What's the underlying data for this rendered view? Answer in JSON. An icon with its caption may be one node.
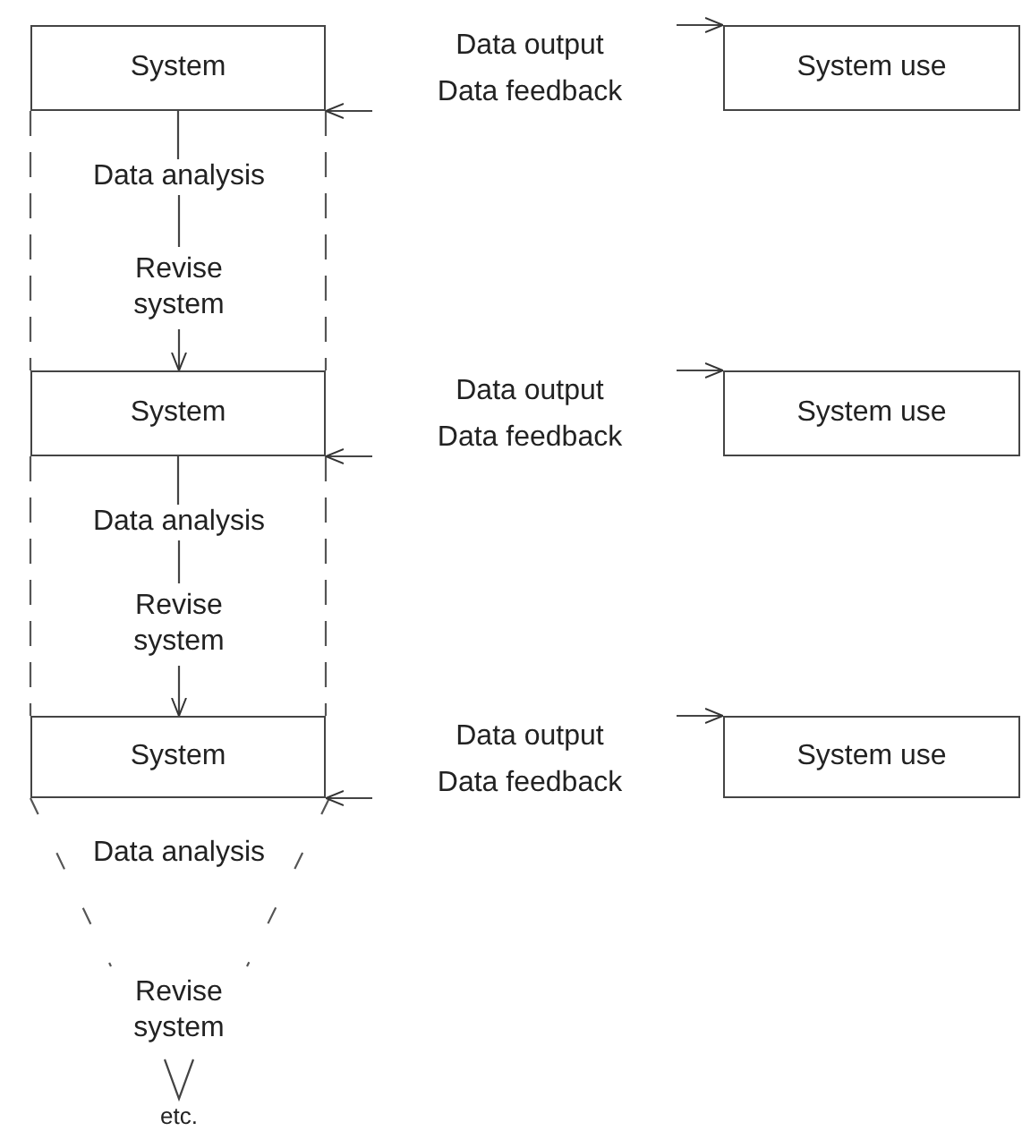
{
  "diagram": {
    "nodes": [
      {
        "text": [
          "System"
        ]
      },
      {
        "text": [
          "System use"
        ]
      },
      {
        "text": [
          "Data analysis"
        ]
      },
      {
        "text": [
          "Revise system"
        ]
      },
      {
        "text": [
          "System"
        ]
      },
      {
        "text": [
          "System use"
        ]
      },
      {
        "text": [
          "Data analysis"
        ]
      },
      {
        "text": [
          "Revise system"
        ]
      },
      {
        "text": [
          "System"
        ]
      },
      {
        "text": [
          "System use"
        ]
      },
      {
        "text": [
          "Data analysis"
        ]
      },
      {
        "text": [
          "Revise system"
        ]
      },
      {
        "text": [
          "etc."
        ]
      }
    ],
    "edges": [
      {
        "from": null,
        "to": 1,
        "arrow": "to"
      },
      {
        "from": null,
        "to": 0,
        "arrow": "to"
      },
      {
        "from": 0,
        "to": 2,
        "arrow": "none"
      },
      {
        "from": 2,
        "to": 3,
        "arrow": "none"
      },
      {
        "from": 3,
        "to": 4,
        "arrow": "to"
      },
      {
        "from": null,
        "to": 5,
        "arrow": "to"
      },
      {
        "from": null,
        "to": 4,
        "arrow": "to"
      },
      {
        "from": 4,
        "to": 6,
        "arrow": "none"
      },
      {
        "from": 6,
        "to": 7,
        "arrow": "none"
      },
      {
        "from": 7,
        "to": 8,
        "arrow": "to"
      },
      {
        "from": null,
        "to": 9,
        "arrow": "to"
      },
      {
        "from": null,
        "to": 8,
        "arrow": "to"
      },
      {
        "from": 11,
        "to": 12,
        "arrow": "to"
      }
    ],
    "labels": [
      "Data output",
      "Data feedback",
      "Data output",
      "Data feedback",
      "Data output",
      "Data feedback"
    ]
  }
}
